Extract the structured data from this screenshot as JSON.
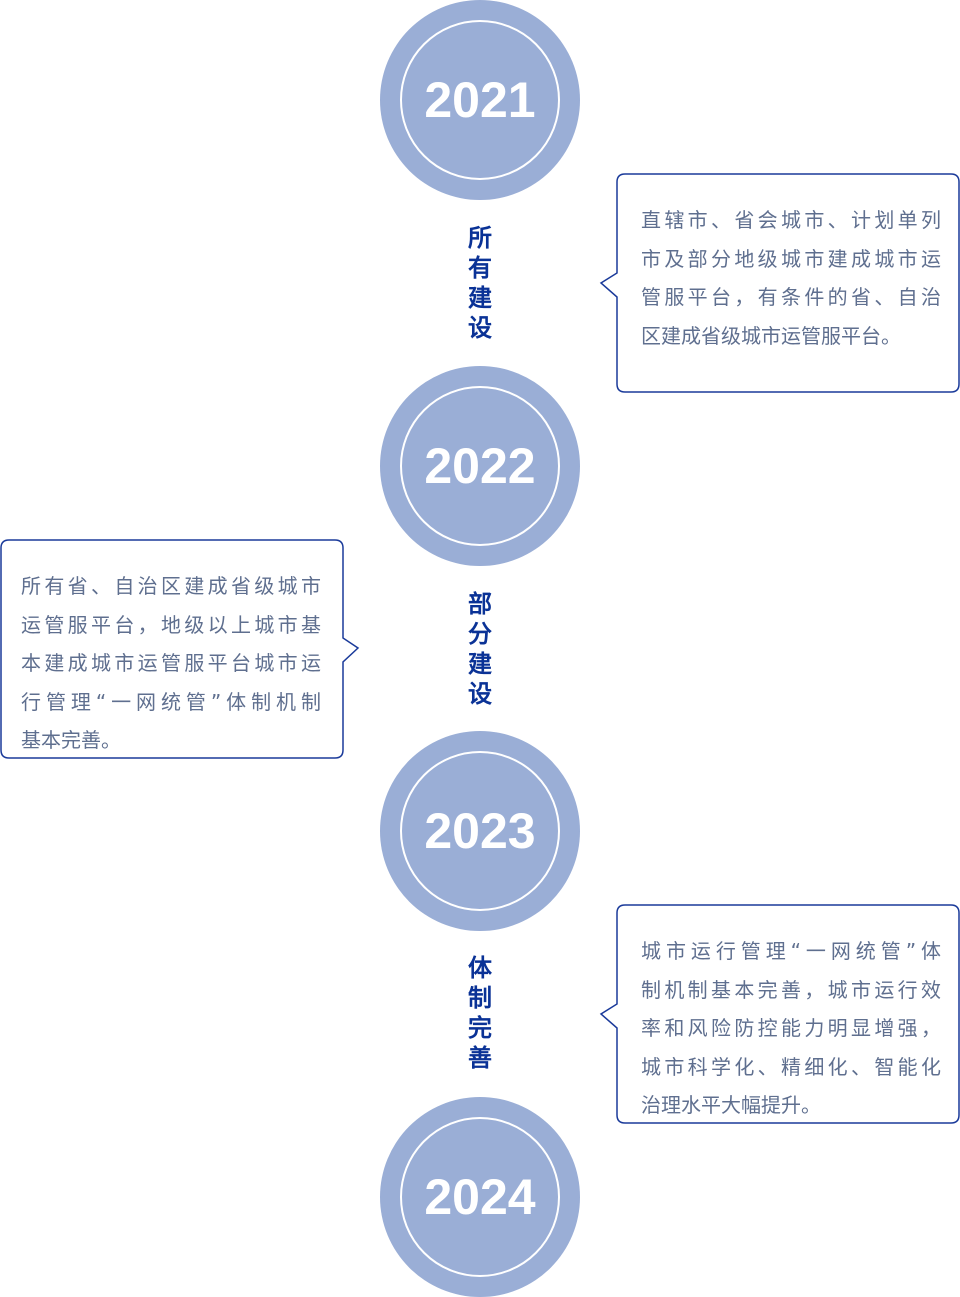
{
  "colors": {
    "circle": "#9aaed6",
    "label": "#0a3296",
    "border": "#1a3a9a",
    "text": "#5f6f8f"
  },
  "years": [
    "2021",
    "2022",
    "2023",
    "2024"
  ],
  "stages": [
    {
      "chars": [
        "所",
        "有",
        "建",
        "设"
      ]
    },
    {
      "chars": [
        "部",
        "分",
        "建",
        "设"
      ]
    },
    {
      "chars": [
        "体",
        "制",
        "完",
        "善"
      ]
    }
  ],
  "callouts": [
    {
      "lines": [
        "直辖市、省会城市、计划单列",
        "市及部分地级城市建成城市运",
        "管服平台，有条件的省、自治",
        "区建成省级城市运管服平台。"
      ]
    },
    {
      "lines": [
        "所有省、自治区建成省级城市",
        "运管服平台，地级以上城市基",
        "本建成城市运管服平台城市运",
        "行管理“一网统管”体制机制",
        "基本完善。"
      ]
    },
    {
      "lines": [
        "城市运行管理“一网统管”体",
        "制机制基本完善，城市运行效",
        "率和风险防控能力明显增强，",
        "城市科学化、精细化、智能化",
        "治理水平大幅提升。"
      ]
    }
  ]
}
